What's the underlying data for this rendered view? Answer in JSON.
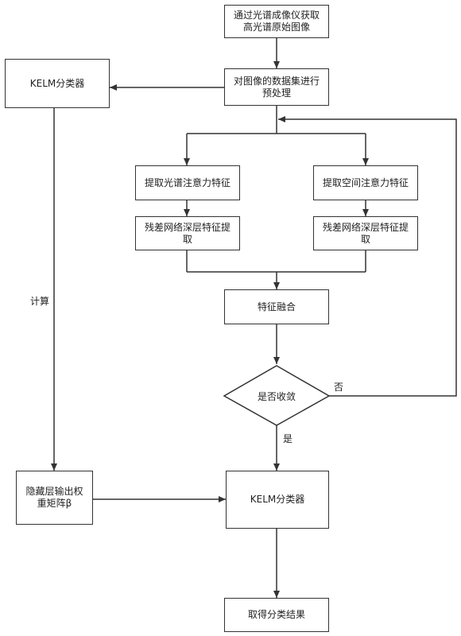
{
  "nodes": {
    "acquire": "通过光谱成像仪获取\n高光谱原始图像",
    "preprocess": "对图像的数据集进行\n预处理",
    "kelm_left": "KELM分类器",
    "spectral_attention": "提取光谱注意力特征",
    "spatial_attention": "提取空间注意力特征",
    "residual_left": "残差网络深层特征提\n取",
    "residual_right": "残差网络深层特征提\n取",
    "fusion": "特征融合",
    "converge": "是否收敛",
    "hidden_output": "隐藏层输出权\n重矩阵β",
    "kelm_main": "KELM分类器",
    "result": "取得分类结果"
  },
  "edge_labels": {
    "compute": "计算",
    "no": "否",
    "yes": "是"
  },
  "colors": {
    "stroke": "#333333",
    "text": "#222222",
    "background": "#ffffff"
  }
}
